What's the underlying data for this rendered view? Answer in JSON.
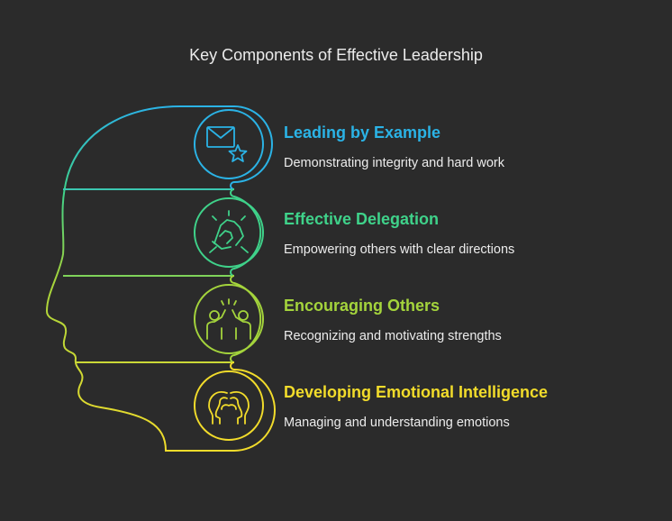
{
  "title": "Key Components of Effective Leadership",
  "colors": {
    "background": "#2b2b2b",
    "section_1": "#2bb3e6",
    "section_2": "#3fd28a",
    "section_3": "#a4d43c",
    "section_4": "#f2dc2b"
  },
  "sections": [
    {
      "title": "Leading by Example",
      "description": "Demonstrating integrity and hard work",
      "icon": "envelope-star-icon"
    },
    {
      "title": "Effective Delegation",
      "description": "Empowering others with clear directions",
      "icon": "handshake-icon"
    },
    {
      "title": "Encouraging Others",
      "description": "Recognizing and motivating strengths",
      "icon": "high-five-icon"
    },
    {
      "title": "Developing Emotional Intelligence",
      "description": "Managing and understanding emotions",
      "icon": "heads-profile-icon"
    }
  ]
}
